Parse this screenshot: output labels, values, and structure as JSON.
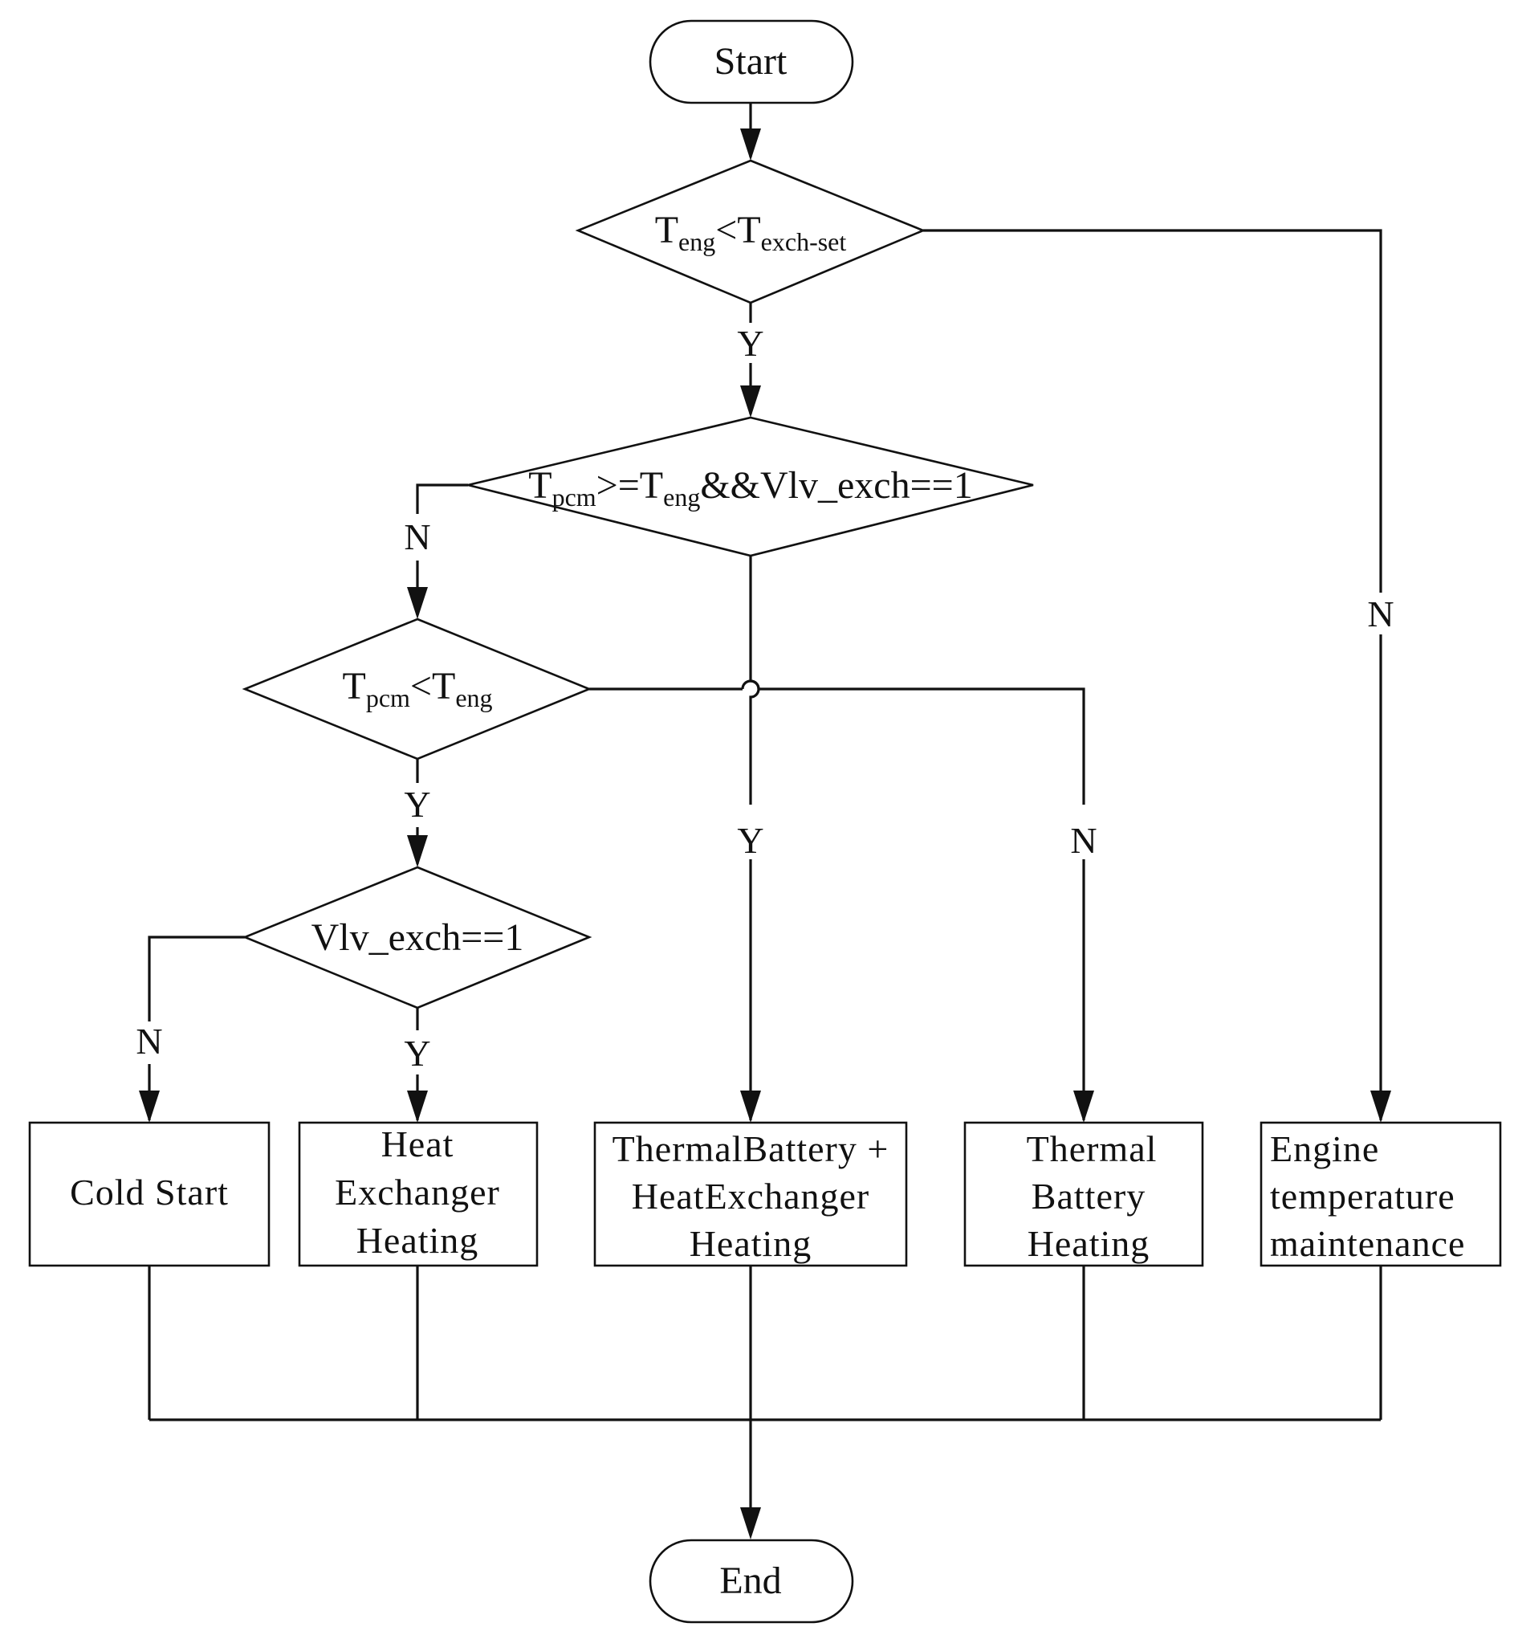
{
  "nodes": {
    "start": "Start",
    "end": "End",
    "cond1": {
      "t1": "T",
      "s1": "eng",
      "op": "<",
      "t2": "T",
      "s2": "exch-set"
    },
    "cond2": {
      "t1": "T",
      "s1": "pcm",
      "op": ">=",
      "t2": "T",
      "s2": "eng",
      "rest": "&&Vlv_exch==1"
    },
    "cond3": {
      "t1": "T",
      "s1": "pcm",
      "op": "<",
      "t2": "T",
      "s2": "eng"
    },
    "cond4": "Vlv_exch==1",
    "cold_start": [
      "Cold Start"
    ],
    "heat_exchanger": [
      "Heat",
      "Exchanger",
      "Heating"
    ],
    "combined": [
      "ThermalBattery +",
      "HeatExchanger",
      "Heating"
    ],
    "thermal_battery": [
      "Thermal",
      "Battery",
      "Heating"
    ],
    "engine_maint": [
      "Engine",
      "temperature",
      "maintenance"
    ]
  },
  "edge_labels": {
    "yes": "Y",
    "no": "N"
  }
}
